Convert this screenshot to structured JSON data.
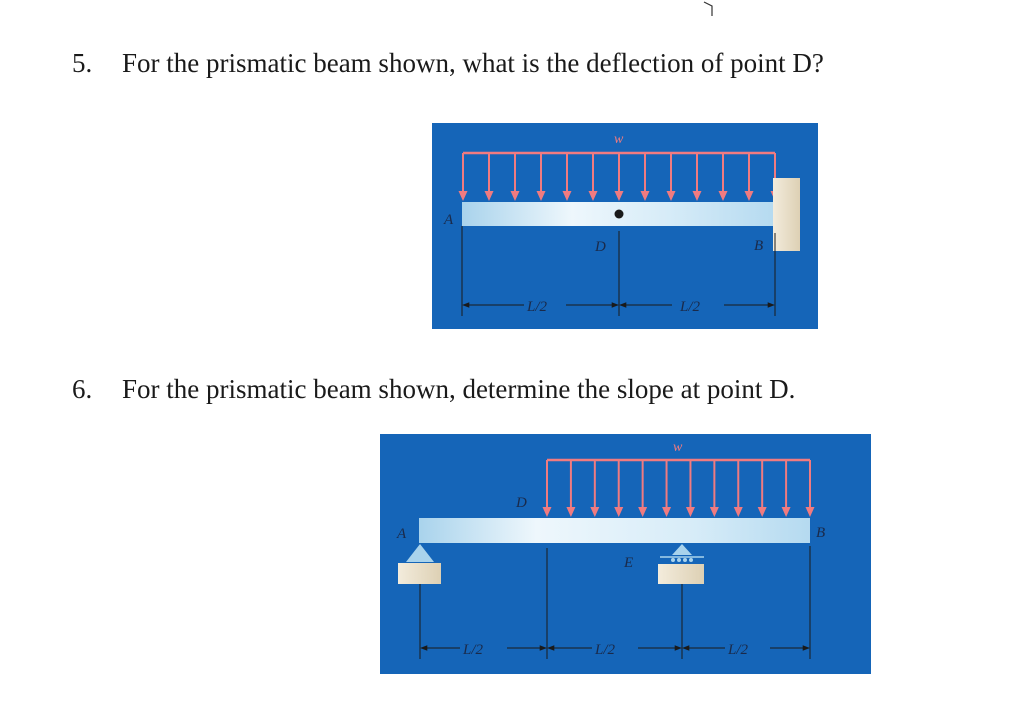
{
  "problems": [
    {
      "number": "5.",
      "text": "For the prismatic beam shown, what is the deflection of point D?"
    },
    {
      "number": "6.",
      "text": "For the prismatic beam shown, determine the slope at point D."
    }
  ],
  "figure5": {
    "load_label": "w",
    "point_a": "A",
    "point_d": "D",
    "point_b": "B",
    "dim_left": "L/2",
    "dim_right": "L/2"
  },
  "figure6": {
    "load_label": "w",
    "point_a": "A",
    "point_d": "D",
    "point_e": "E",
    "point_b": "B",
    "dim_1": "L/2",
    "dim_2": "L/2",
    "dim_3": "L/2"
  },
  "colors": {
    "panel_blue": "#1565b8",
    "load_red": "#f07b80",
    "beam_light": "#d8ecf7",
    "wall_beige": "#ece3cf",
    "label_text": "#1a2a4a"
  }
}
